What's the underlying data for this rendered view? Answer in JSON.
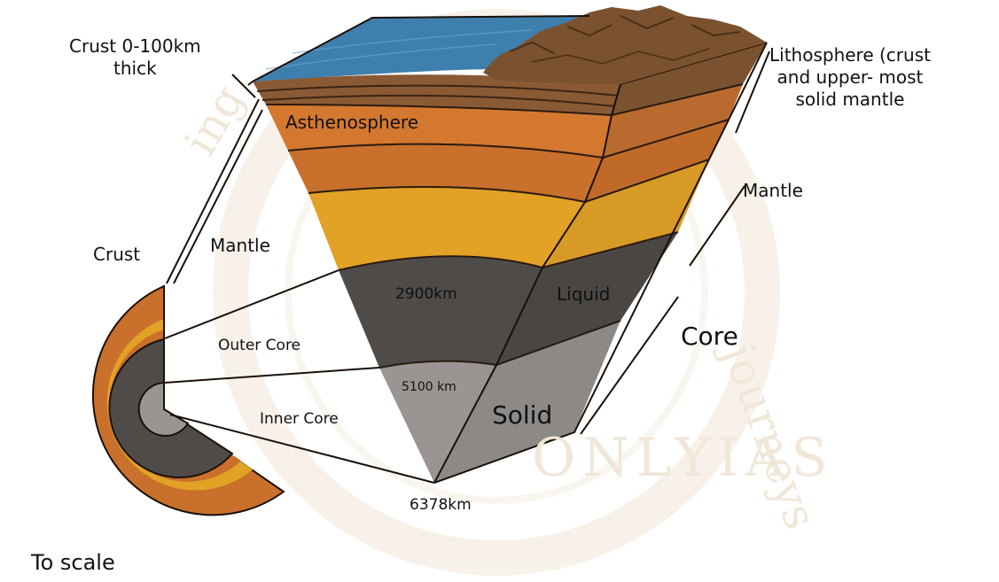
{
  "labels": {
    "crust_thickness": "Crust 0-100km\nthick",
    "lithosphere": "Lithosphere (crust\nand upper- most\nsolid mantle",
    "asthenosphere": "Asthenosphere",
    "mantle_right": "Mantle",
    "mantle_left": "Mantle",
    "crust_left": "Crust",
    "depth_2900": "2900km",
    "liquid": "Liquid",
    "core": "Core",
    "outer_core": "Outer Core",
    "depth_5100": "5100 km",
    "solid": "Solid",
    "inner_core": "Inner Core",
    "depth_6378": "6378km",
    "to_scale": "To scale"
  },
  "watermark": {
    "text_bottom": "ONLYIAS",
    "text_right": "journeys",
    "text_left": "ing"
  },
  "colors": {
    "ocean": "#3f7fae",
    "land": "#7a5230",
    "crust": "#8a5a35",
    "asthenosphere": "#c9772e",
    "mantle_upper": "#d4822e",
    "mantle_mid": "#e2a226",
    "outer_core": "#4f4b48",
    "inner_core": "#9a9592",
    "watermark": "#f1e7d8"
  }
}
